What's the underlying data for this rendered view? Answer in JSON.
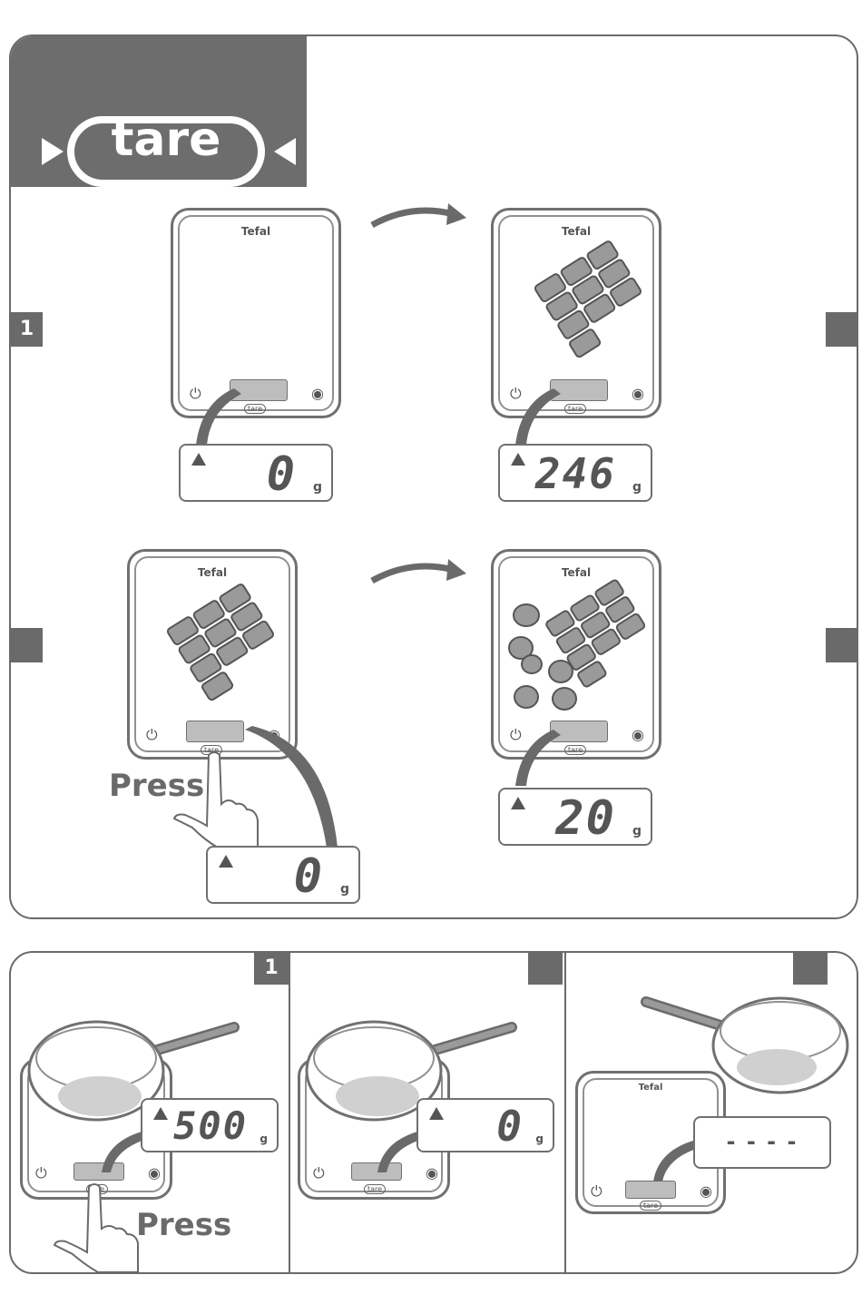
{
  "header": {
    "title": "tare"
  },
  "steps": {
    "top_step": "1",
    "bottom_step": "1"
  },
  "scale": {
    "brand": "Tefal",
    "tare_label": "tare",
    "power_icon": "power-icon",
    "unit_icon": "drop-icon"
  },
  "readouts": {
    "r1": {
      "value": "0",
      "unit": "g"
    },
    "r2": {
      "value": "246",
      "unit": "g"
    },
    "r3": {
      "value": "0",
      "unit": "g"
    },
    "r4": {
      "value": "20",
      "unit": "g"
    },
    "b1": {
      "value": "500",
      "unit": "g"
    },
    "b2": {
      "value": "0",
      "unit": "g"
    },
    "b3": {
      "value": "- - - -"
    }
  },
  "labels": {
    "press": "Press"
  },
  "colors": {
    "dark_gray": "#6d6d6d",
    "outline": "#707070",
    "display": "#bdbdbd"
  }
}
